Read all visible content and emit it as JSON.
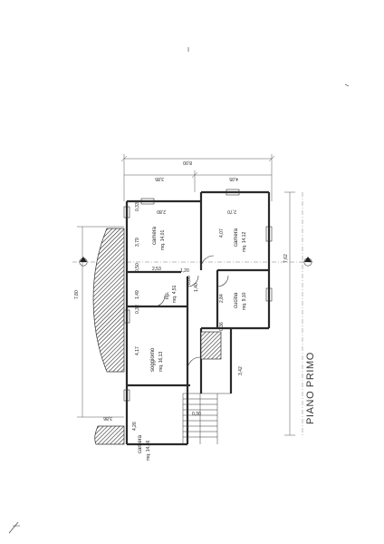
{
  "plan": {
    "title": "PIANO PRIMO",
    "rooms": [
      {
        "name": "camera",
        "area": "mq. 14,01"
      },
      {
        "name": "camera",
        "area": "mq. 14,12"
      },
      {
        "name": "cucina",
        "area": "mq. 9,10"
      },
      {
        "name": "soggiorno",
        "area": "mq. 16,13"
      },
      {
        "name": "rip.",
        "area": "mq. 4,51"
      },
      {
        "name": "camera",
        "area": "mq. 14,86"
      }
    ],
    "dimensions": {
      "total_width": "8,00",
      "left_width": "3,85",
      "right_width": "4,05",
      "left_height": "7,80",
      "right_height": "7,62",
      "camera1_len": "3,79",
      "camera2_len": "4,07",
      "corridor": "2,53",
      "rip_len": "1,49",
      "soggiorno_len": "4,17",
      "cucina_len": "2,84",
      "stair_len": "3,42",
      "camera3_len": "4,26",
      "camera3_w": "3,86",
      "wall_a": "0,33",
      "wall_b": "0,32",
      "wall_c": "0,36",
      "wall_d": "0,50",
      "wall_e": "0,30",
      "door_a": "1,20",
      "door_b": "0,80",
      "door_c": "1,40",
      "h_a": "2,80",
      "h_b": "2,70"
    }
  }
}
